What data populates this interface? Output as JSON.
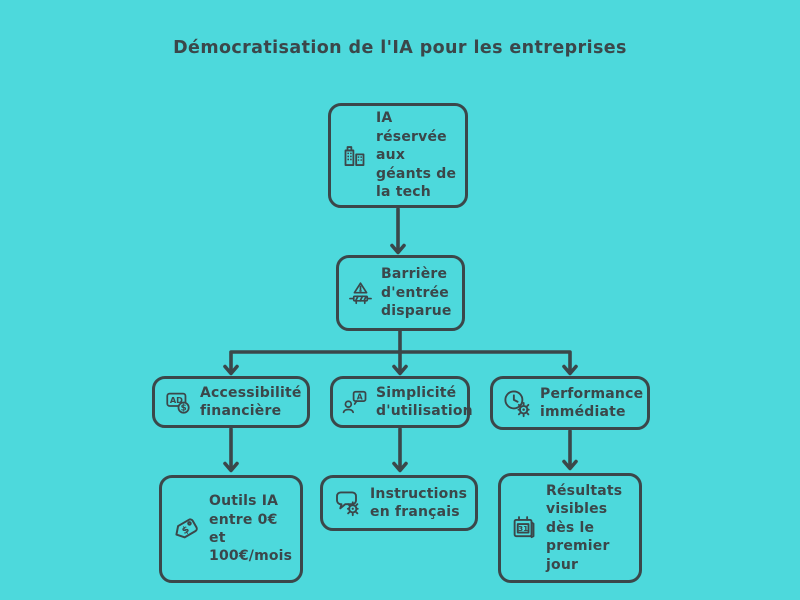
{
  "title": "Démocratisation de l'IA pour les entreprises",
  "colors": {
    "background": "#4DD9DC",
    "ink": "#3B474A"
  },
  "diagram": {
    "type": "flowchart",
    "nodes": {
      "root": {
        "label": "IA réservée aux géants de la tech",
        "icon": "buildings-icon"
      },
      "barrier": {
        "label": "Barrière d'entrée disparue",
        "icon": "barrier-warning-icon"
      },
      "accessibility": {
        "label": "Accessibilité financière",
        "icon": "paid-ad-icon"
      },
      "simplicity": {
        "label": "Simplicité d'utilisation",
        "icon": "user-chat-icon"
      },
      "performance": {
        "label": "Performance immédiate",
        "icon": "clock-gear-icon"
      },
      "tools": {
        "label": "Outils IA entre 0€ et 100€/mois",
        "icon": "price-tag-icon"
      },
      "instructions": {
        "label": "Instructions en français",
        "icon": "chat-gear-icon"
      },
      "results": {
        "label": "Résultats visibles dès le premier jour",
        "icon": "calendar-icon"
      }
    },
    "edges": [
      [
        "root",
        "barrier"
      ],
      [
        "barrier",
        "accessibility"
      ],
      [
        "barrier",
        "simplicity"
      ],
      [
        "barrier",
        "performance"
      ],
      [
        "accessibility",
        "tools"
      ],
      [
        "simplicity",
        "instructions"
      ],
      [
        "performance",
        "results"
      ]
    ]
  }
}
